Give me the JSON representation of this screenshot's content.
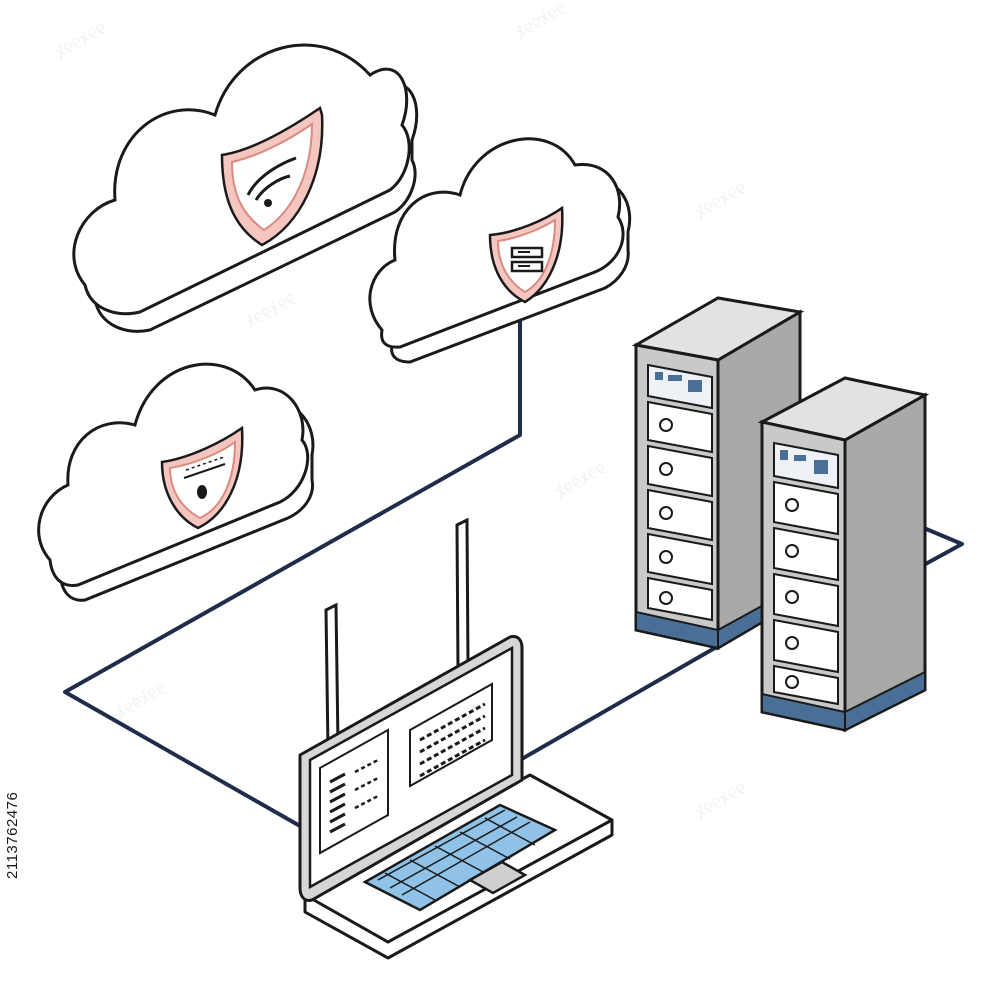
{
  "stock_id": "2113762476",
  "colors": {
    "outline": "#1a1a1a",
    "cable": "#1f2d4a",
    "shield_fill": "#f4c6bf",
    "cloud_fill": "#ffffff",
    "server_front": "#c9c9c9",
    "server_side": "#a9a9a9",
    "server_base": "#4a6f96",
    "keyboard": "#8fc2e6",
    "screen_bezel": "#d6d6d6"
  },
  "nodes": [
    {
      "id": "cloud-large",
      "kind": "cloud",
      "icon": "wifi-shield-icon"
    },
    {
      "id": "cloud-right",
      "kind": "cloud",
      "icon": "server-shield-icon"
    },
    {
      "id": "cloud-left",
      "kind": "cloud",
      "icon": "person-shield-icon"
    },
    {
      "id": "server-rack-1",
      "kind": "server-rack"
    },
    {
      "id": "server-rack-2",
      "kind": "server-rack"
    },
    {
      "id": "laptop-router",
      "kind": "laptop-with-antennas"
    }
  ],
  "edges": [
    {
      "from": "cloud-right",
      "to": "laptop-router"
    },
    {
      "from": "server-rack-1",
      "to": "laptop-router"
    },
    {
      "from": "server-rack-2",
      "to": "laptop-router"
    }
  ]
}
